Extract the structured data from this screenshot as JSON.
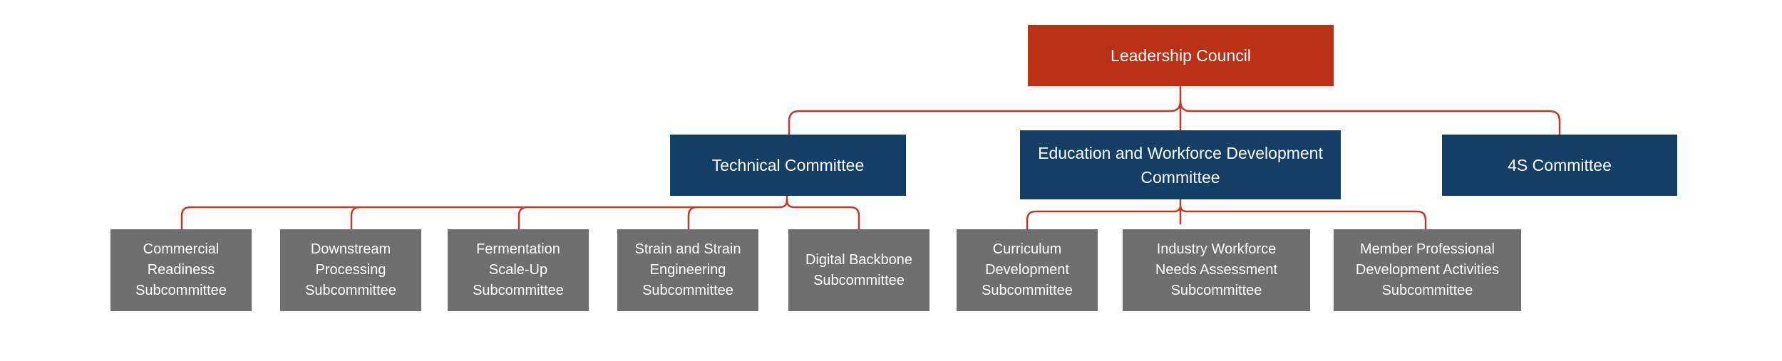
{
  "org_chart": {
    "root": {
      "label": "Leadership Council"
    },
    "committees": [
      {
        "label": "Technical Committee",
        "subcommittees": [
          "Commercial\nReadiness\nSubcommittee",
          "Downstream\nProcessing\nSubcommittee",
          "Fermentation\nScale-Up\nSubcommittee",
          "Strain and Strain\nEngineering\nSubcommittee",
          "Digital Backbone\nSubcommittee"
        ]
      },
      {
        "label": "Education and Workforce Development\nCommittee",
        "subcommittees": [
          "Curriculum\nDevelopment\nSubcommittee",
          "Industry Workforce\nNeeds Assessment\nSubcommittee",
          "Member Professional\nDevelopment Activities\nSubcommittee"
        ]
      },
      {
        "label": "4S Committee",
        "subcommittees": []
      }
    ]
  },
  "colors": {
    "root": "#bb3118",
    "committee": "#133f66",
    "subcommittee": "#6f6f6f",
    "connector": "#c0392b",
    "text": "#ffffff"
  }
}
